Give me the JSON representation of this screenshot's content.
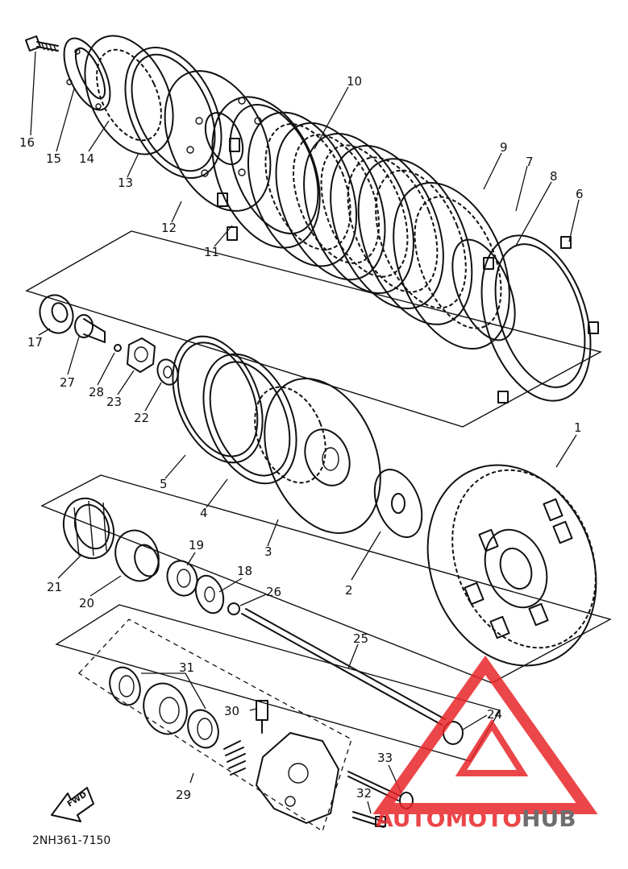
{
  "diagram_code": "2NH361-7150",
  "direction_label": "FWD",
  "watermark": {
    "part1": "AUTO",
    "part2": "MOTO",
    "part3": "HUB",
    "accent_color": "#e8262a",
    "dark_color": "#555555"
  },
  "callouts": {
    "c1": "1",
    "c2": "2",
    "c3": "3",
    "c4": "4",
    "c5": "5",
    "c6": "6",
    "c7": "7",
    "c8": "8",
    "c9": "9",
    "c10": "10",
    "c11": "11",
    "c12": "12",
    "c13": "13",
    "c14": "14",
    "c15": "15",
    "c16": "16",
    "c17": "17",
    "c18": "18",
    "c19": "19",
    "c20": "20",
    "c21": "21",
    "c22": "22",
    "c23": "23",
    "c24": "24",
    "c25": "25",
    "c26": "26",
    "c27": "27",
    "c28": "28",
    "c29": "29",
    "c30": "30",
    "c31": "31",
    "c32": "32",
    "c33": "33"
  }
}
